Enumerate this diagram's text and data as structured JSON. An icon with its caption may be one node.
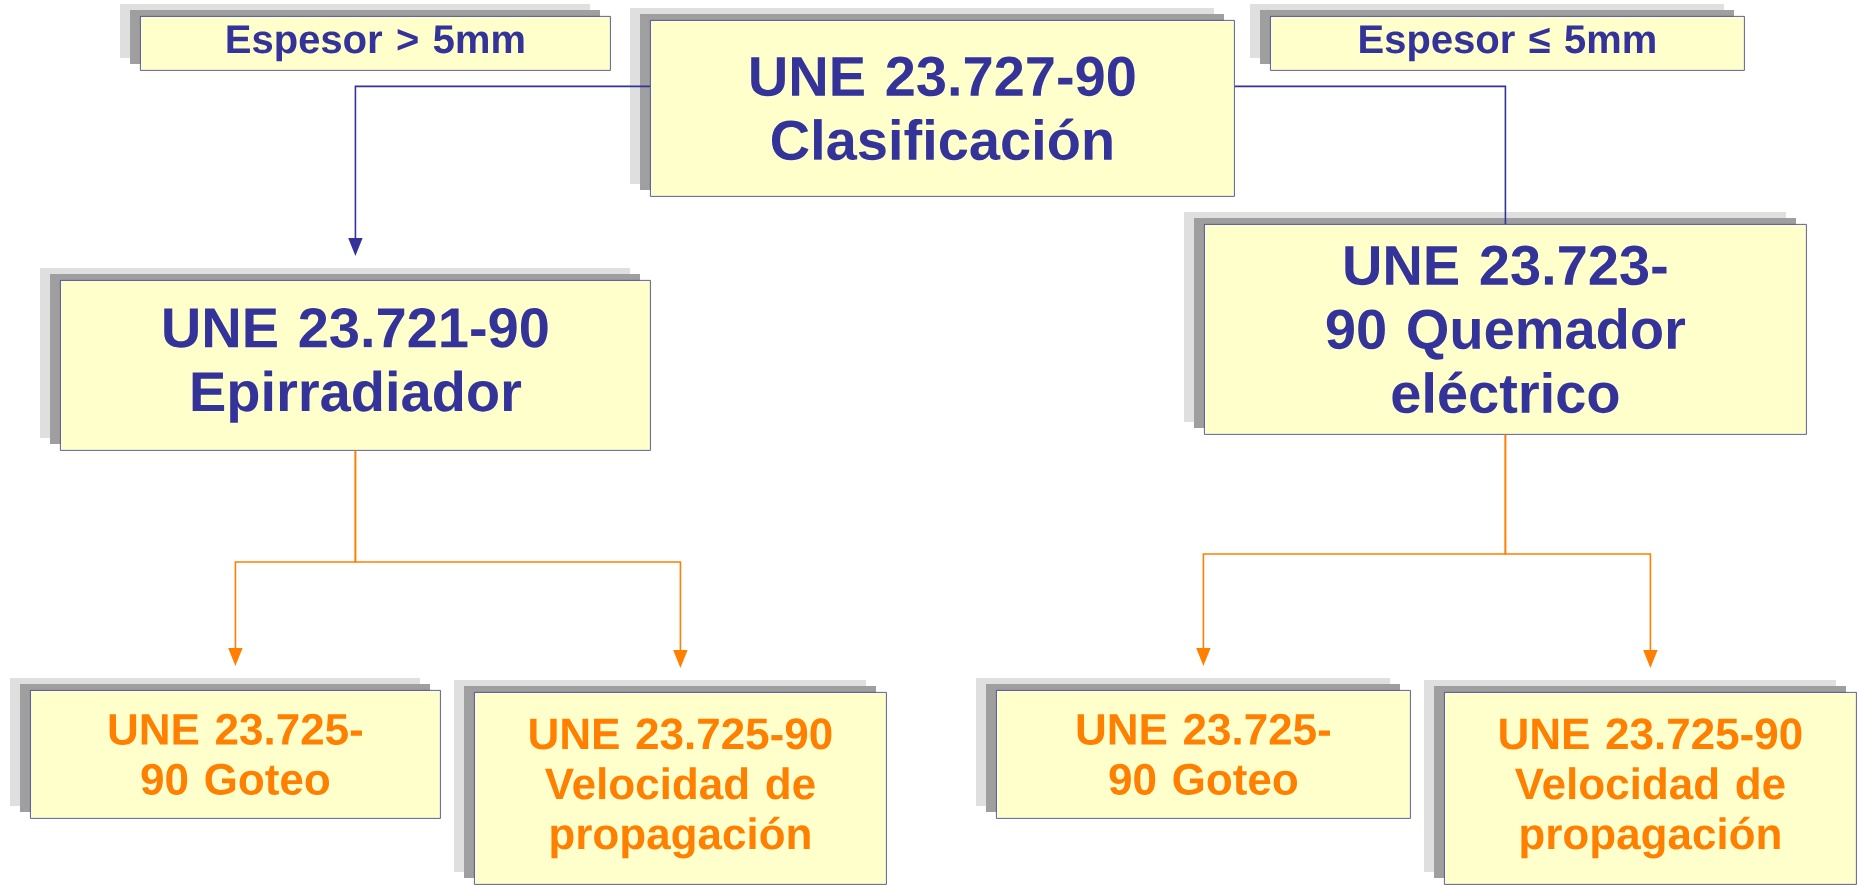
{
  "diagram": {
    "nodes": [
      {
        "text": [
          "Espesor > 5mm"
        ]
      },
      {
        "text": [
          "UNE 23.727-90 Clasificación"
        ]
      },
      {
        "text": [
          "Espesor ≤ 5mm"
        ]
      },
      {
        "text": [
          "UNE 23.721-90 Epirradiador"
        ]
      },
      {
        "text": [
          "UNE 23.723-90 Quemador eléctrico"
        ]
      },
      {
        "text": [
          "UNE 23.725-90 Goteo"
        ]
      },
      {
        "text": [
          "UNE 23.725-90 Velocidad de propagación"
        ]
      },
      {
        "text": [
          "UNE 23.725-90 Goteo"
        ]
      },
      {
        "text": [
          "UNE 23.725-90 Velocidad de propagación"
        ]
      }
    ],
    "edges": [
      {
        "from": 1,
        "to": 3,
        "arrow": "to",
        "color": "#333399"
      },
      {
        "from": 1,
        "to": 4,
        "arrow": "none",
        "color": "#333399"
      },
      {
        "from": 3,
        "to": 5,
        "arrow": "to",
        "color": "#ff7f00"
      },
      {
        "from": 3,
        "to": 6,
        "arrow": "to",
        "color": "#ff7f00"
      },
      {
        "from": 4,
        "to": 7,
        "arrow": "to",
        "color": "#ff7f00"
      },
      {
        "from": 4,
        "to": 8,
        "arrow": "to",
        "color": "#ff7f00"
      }
    ]
  }
}
